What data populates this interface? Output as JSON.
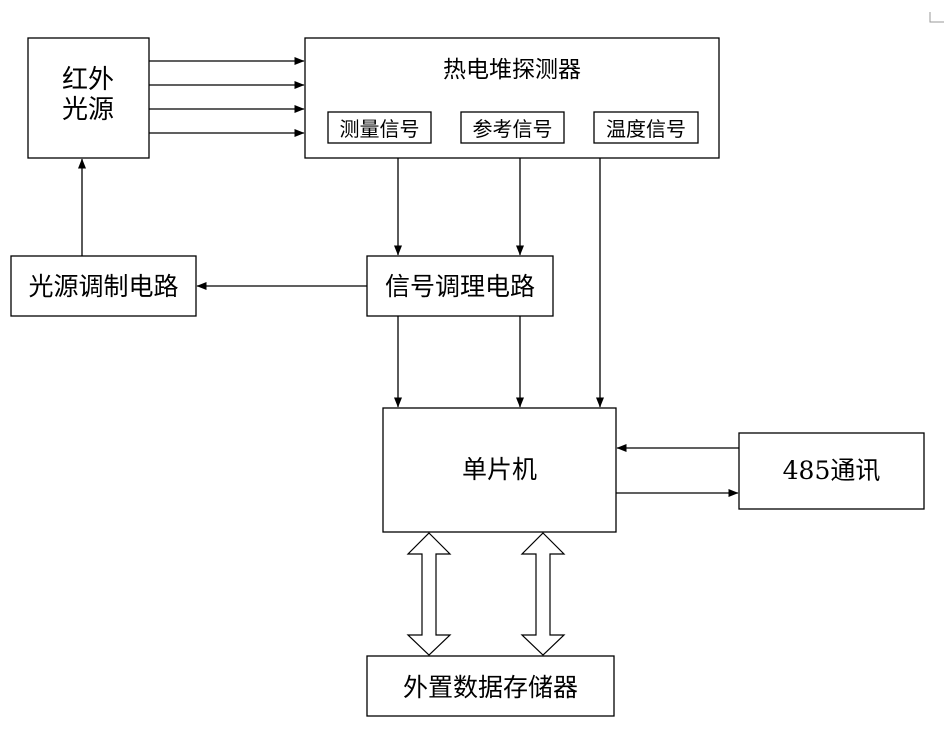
{
  "nodes": {
    "ir_source": {
      "line1": "红外",
      "line2": "光源"
    },
    "thermopile": {
      "label": "热电堆探测器"
    },
    "measure_signal": {
      "label": "测量信号"
    },
    "reference_signal": {
      "label": "参考信号"
    },
    "temperature_signal": {
      "label": "温度信号"
    },
    "light_modulation": {
      "label": "光源调制电路"
    },
    "signal_conditioning": {
      "label": "信号调理电路"
    },
    "mcu": {
      "label": "单片机"
    },
    "comm485": {
      "label": "485通讯"
    },
    "external_storage": {
      "label": "外置数据存储器"
    }
  }
}
